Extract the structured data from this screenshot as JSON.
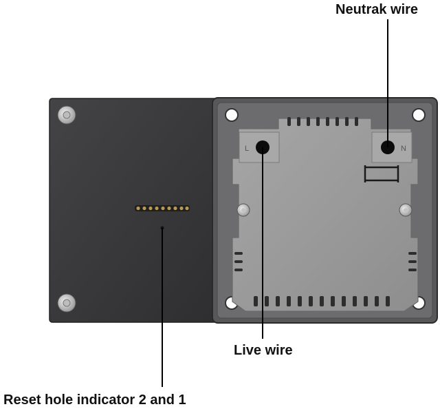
{
  "labels": {
    "neutral": "Neutrak wire",
    "live": "Live wire",
    "reset": "Reset hole indicator 2 and 1"
  },
  "terminals": {
    "left": "L",
    "right": "N"
  },
  "colors": {
    "panel": "#3a3a3a",
    "frame": "#5a5a5c",
    "module": "#9a9a9a",
    "leader": "#000000"
  }
}
